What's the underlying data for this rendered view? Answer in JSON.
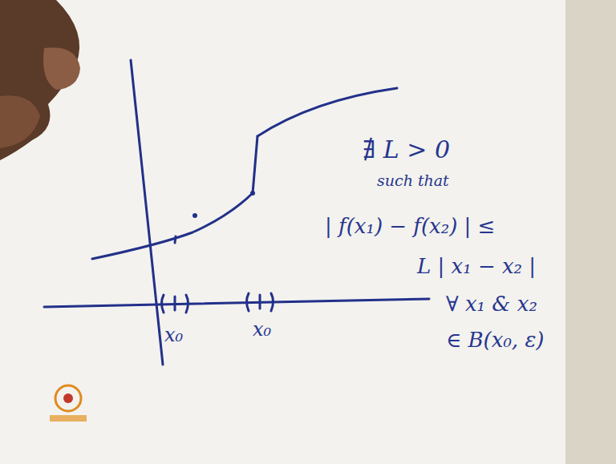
{
  "diagram": {
    "labels": [
      "∄ L > 0",
      "such that",
      "| f(x₁) − f(x₂) | ≤",
      "L | x₁ − x₂ |",
      "∀ x₁ & x₂",
      "∈ B(x₀, ε)",
      "x₀",
      "x₀"
    ]
  }
}
